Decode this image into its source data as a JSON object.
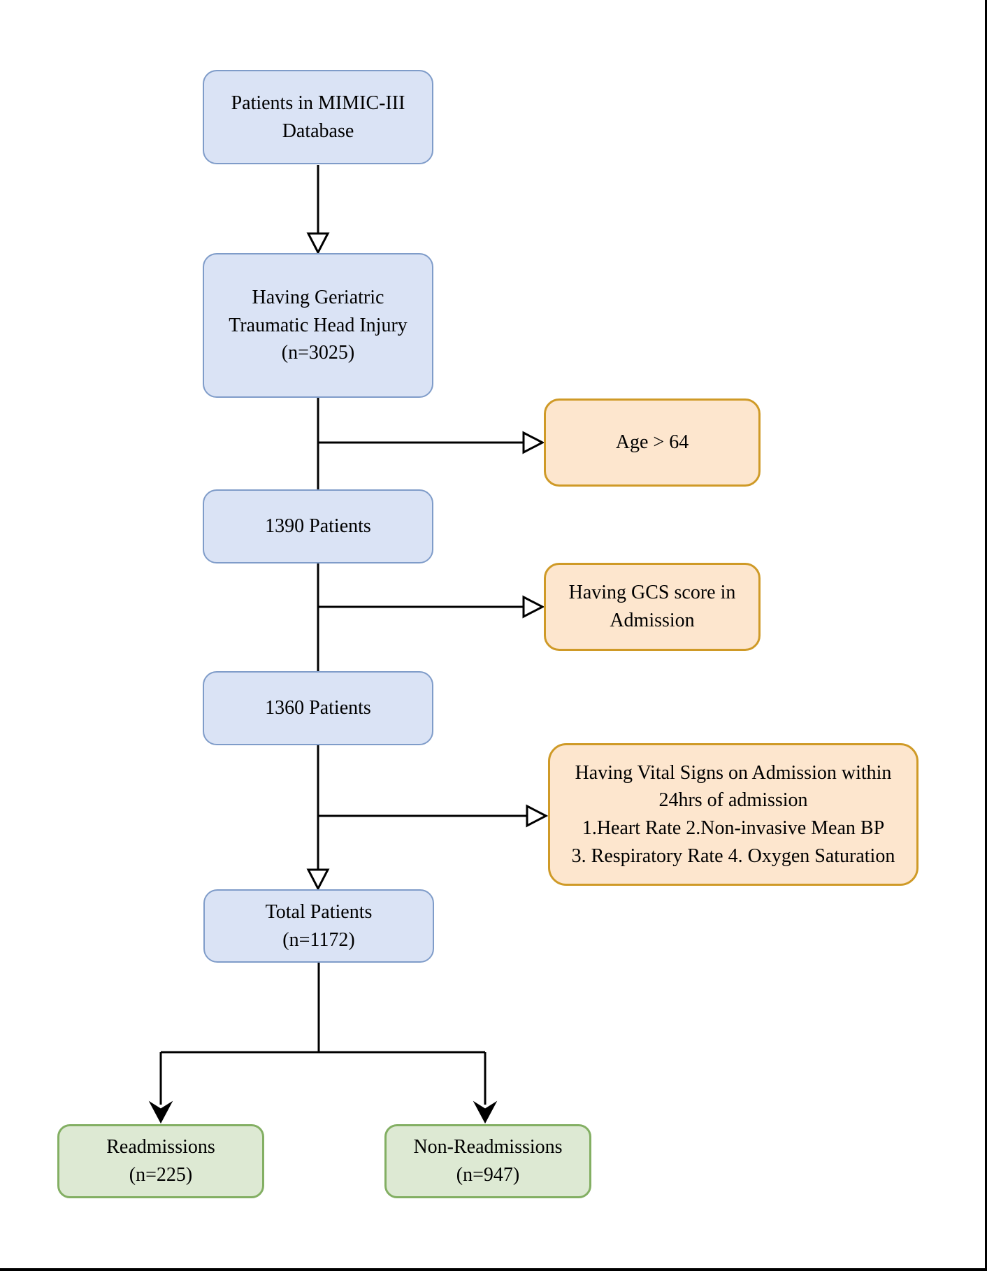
{
  "diagram": {
    "type": "flowchart",
    "nodes": {
      "mimic": {
        "label": "Patients in MIMIC-III\nDatabase"
      },
      "geriatric": {
        "label": "Having Geriatric\nTraumatic Head Injury\n(n=3025)"
      },
      "age": {
        "label": "Age > 64"
      },
      "p1390": {
        "label": "1390 Patients"
      },
      "gcs": {
        "label": "Having GCS score in\nAdmission"
      },
      "p1360": {
        "label": "1360 Patients"
      },
      "vitals": {
        "label": "Having Vital Signs on Admission within\n24hrs of admission\n1.Heart Rate 2.Non-invasive Mean BP\n3. Respiratory Rate 4. Oxygen Saturation"
      },
      "total": {
        "label": "Total Patients\n(n=1172)"
      },
      "readmissions": {
        "label": "Readmissions\n(n=225)"
      },
      "nonreadmissions": {
        "label": "Non-Readmissions\n(n=947)"
      }
    },
    "colors": {
      "process_fill": "#dae3f5",
      "process_stroke": "#7f9cc9",
      "exclusion_fill": "#fde6ce",
      "exclusion_stroke": "#cf9a27",
      "outcome_fill": "#dde9d3",
      "outcome_stroke": "#83af63",
      "connector": "#000000",
      "background": "#ffffff"
    }
  }
}
